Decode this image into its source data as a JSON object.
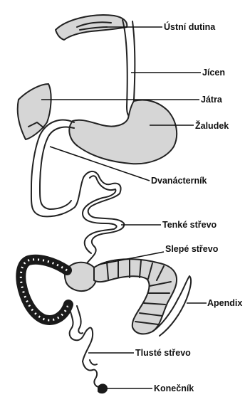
{
  "labels": {
    "mouth": "Ústní dutina",
    "esophagus": "Jícen",
    "liver": "Játra",
    "stomach": "Žaludek",
    "duodenum": "Dvanácterník",
    "small_intestine": "Tenké střevo",
    "cecum": "Slepé střevo",
    "appendix": "Apendix",
    "colon": "Tlusté střevo",
    "rectum": "Konečník"
  },
  "colors": {
    "organ_fill": "#d6d6d6",
    "outline": "#222222",
    "dark_band": "#1a1a1a",
    "background": "#ffffff"
  }
}
